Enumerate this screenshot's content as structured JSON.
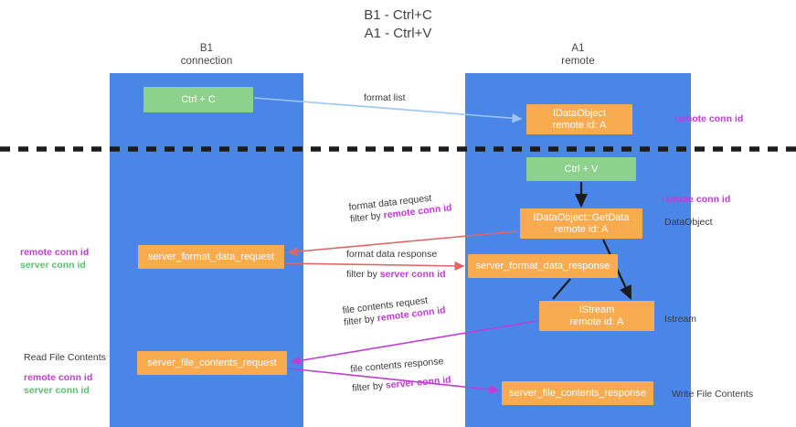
{
  "title": {
    "line1": "B1 - Ctrl+C",
    "line2": "A1 - Ctrl+V"
  },
  "columns": [
    {
      "id": "b1",
      "name": "B1",
      "subtitle": "connection",
      "color": "#4a86e8"
    },
    {
      "id": "a1",
      "name": "A1",
      "subtitle": "remote",
      "color": "#4a86e8"
    }
  ],
  "nodes": {
    "ctrl_c": {
      "label": "Ctrl + C",
      "color": "#8cd18c"
    },
    "idataobject": {
      "label": "IDataObject",
      "sub": "remote id: A",
      "color": "#f9ab50"
    },
    "ctrl_v": {
      "label": "Ctrl + V",
      "color": "#8cd18c"
    },
    "getdata": {
      "label": "IDataObject::GetData",
      "sub": "remote id: A",
      "color": "#f9ab50"
    },
    "server_format_data_request": {
      "label": "server_format_data_request",
      "color": "#f9ab50"
    },
    "server_format_data_response": {
      "label": "server_format_data_response",
      "color": "#f9ab50"
    },
    "istream": {
      "label": "IStream",
      "sub": "remote id: A",
      "color": "#f9ab50"
    },
    "server_file_contents_request": {
      "label": "server_file_contents_request",
      "color": "#f9ab50"
    },
    "server_file_contents_response": {
      "label": "server_file_contents_response",
      "color": "#f9ab50"
    }
  },
  "edges": {
    "format_list": {
      "line1": "format list"
    },
    "format_data_request": {
      "line1": "format data request",
      "line2_prefix": "filter by ",
      "line2_highlight": "remote conn id"
    },
    "format_data_response": {
      "line1": "format data response",
      "line2_prefix": "filter by ",
      "line2_highlight": "server conn id"
    },
    "file_contents_request": {
      "line1": "file contents request",
      "line2_prefix": "filter by ",
      "line2_highlight": "remote conn id"
    },
    "file_contents_response": {
      "line1": "file contents response",
      "line2_prefix": "filter by ",
      "line2_highlight": "server conn id"
    }
  },
  "annotations": {
    "right_top": "remote conn id",
    "right_mid": "remote conn id",
    "right_dataobject": "DataObject",
    "right_istream": "Istream",
    "right_write": "Write File Contents",
    "left_mid_remote": "remote conn id",
    "left_mid_server": "server conn id",
    "left_read_title": "Read File Contents",
    "left_read_remote": "remote conn id",
    "left_read_server": "server conn id"
  },
  "colors": {
    "column": "#4a86e8",
    "green_node": "#8cd18c",
    "orange_node": "#f9ab50",
    "remote_conn": "#c23bd6",
    "server_conn": "#5fbf6e",
    "arrow_blue": "#9fc5f8",
    "arrow_red": "#e06666",
    "arrow_magenta": "#c23bd6",
    "arrow_black": "#1c1c1c",
    "divider": "#1c1c1c"
  }
}
